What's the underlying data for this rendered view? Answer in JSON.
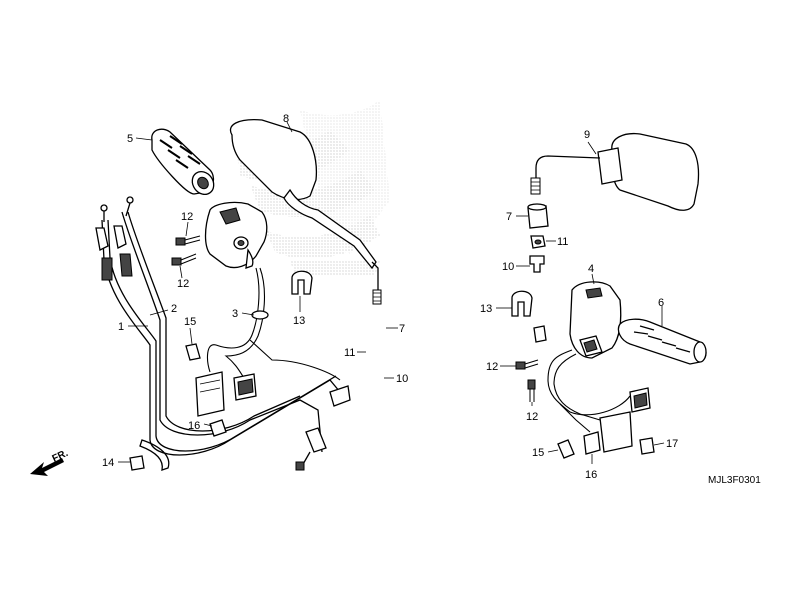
{
  "diagram": {
    "drawing_code": "MJL3F0301",
    "front_marker": "FR.",
    "callouts": [
      "1",
      "2",
      "3",
      "4",
      "5",
      "6",
      "7",
      "8",
      "9",
      "10",
      "11",
      "12",
      "13",
      "14",
      "15",
      "16",
      "17"
    ],
    "callout_repeats": {
      "7": [
        "7",
        "7"
      ],
      "10": [
        "10",
        "10"
      ],
      "11": [
        "11",
        "11"
      ],
      "12": [
        "12",
        "12",
        "12",
        "12"
      ],
      "13": [
        "13",
        "13"
      ],
      "15": [
        "15",
        "15"
      ],
      "16": [
        "16",
        "16"
      ]
    }
  }
}
